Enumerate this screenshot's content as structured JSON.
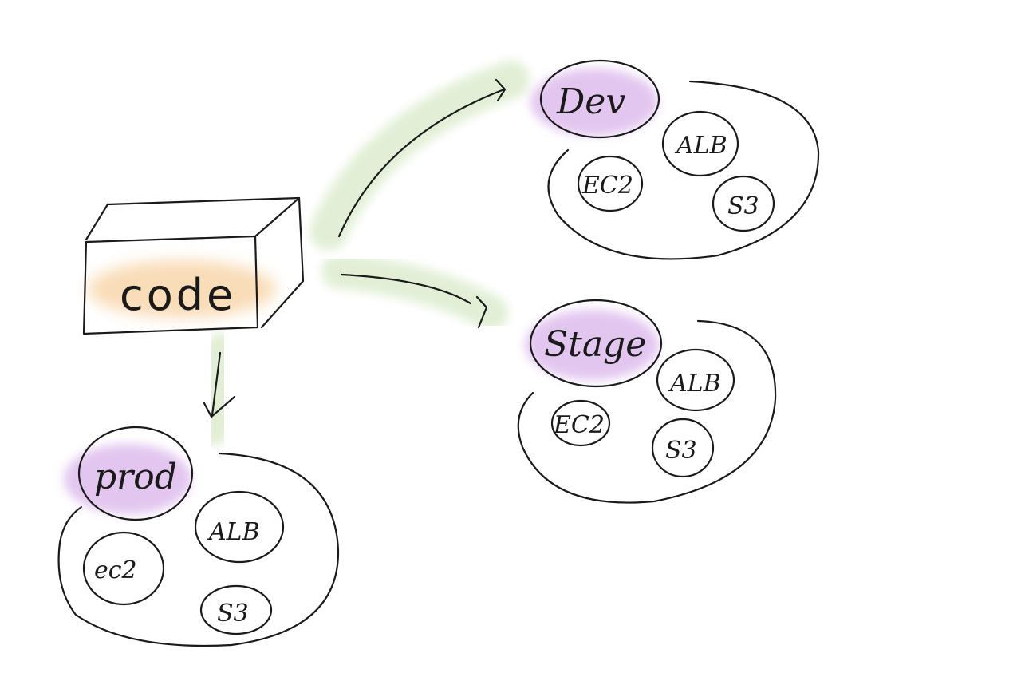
{
  "diagram": {
    "source": {
      "label": "code"
    },
    "environments": [
      {
        "id": "dev",
        "label": "Dev",
        "services": [
          "ALB",
          "EC2",
          "S3"
        ]
      },
      {
        "id": "stage",
        "label": "Stage",
        "services": [
          "ALB",
          "EC2",
          "S3"
        ]
      },
      {
        "id": "prod",
        "label": "prod",
        "services": [
          "ALB",
          "ec2",
          "S3"
        ]
      }
    ],
    "edges": [
      {
        "from": "code",
        "to": "dev"
      },
      {
        "from": "code",
        "to": "stage"
      },
      {
        "from": "code",
        "to": "prod"
      }
    ]
  },
  "colors": {
    "ink": "#1a1a1a",
    "code_highlight": "#f9dcb8",
    "env_highlight": "#e3c6f0",
    "arrow_highlight": "#e2efd6"
  }
}
